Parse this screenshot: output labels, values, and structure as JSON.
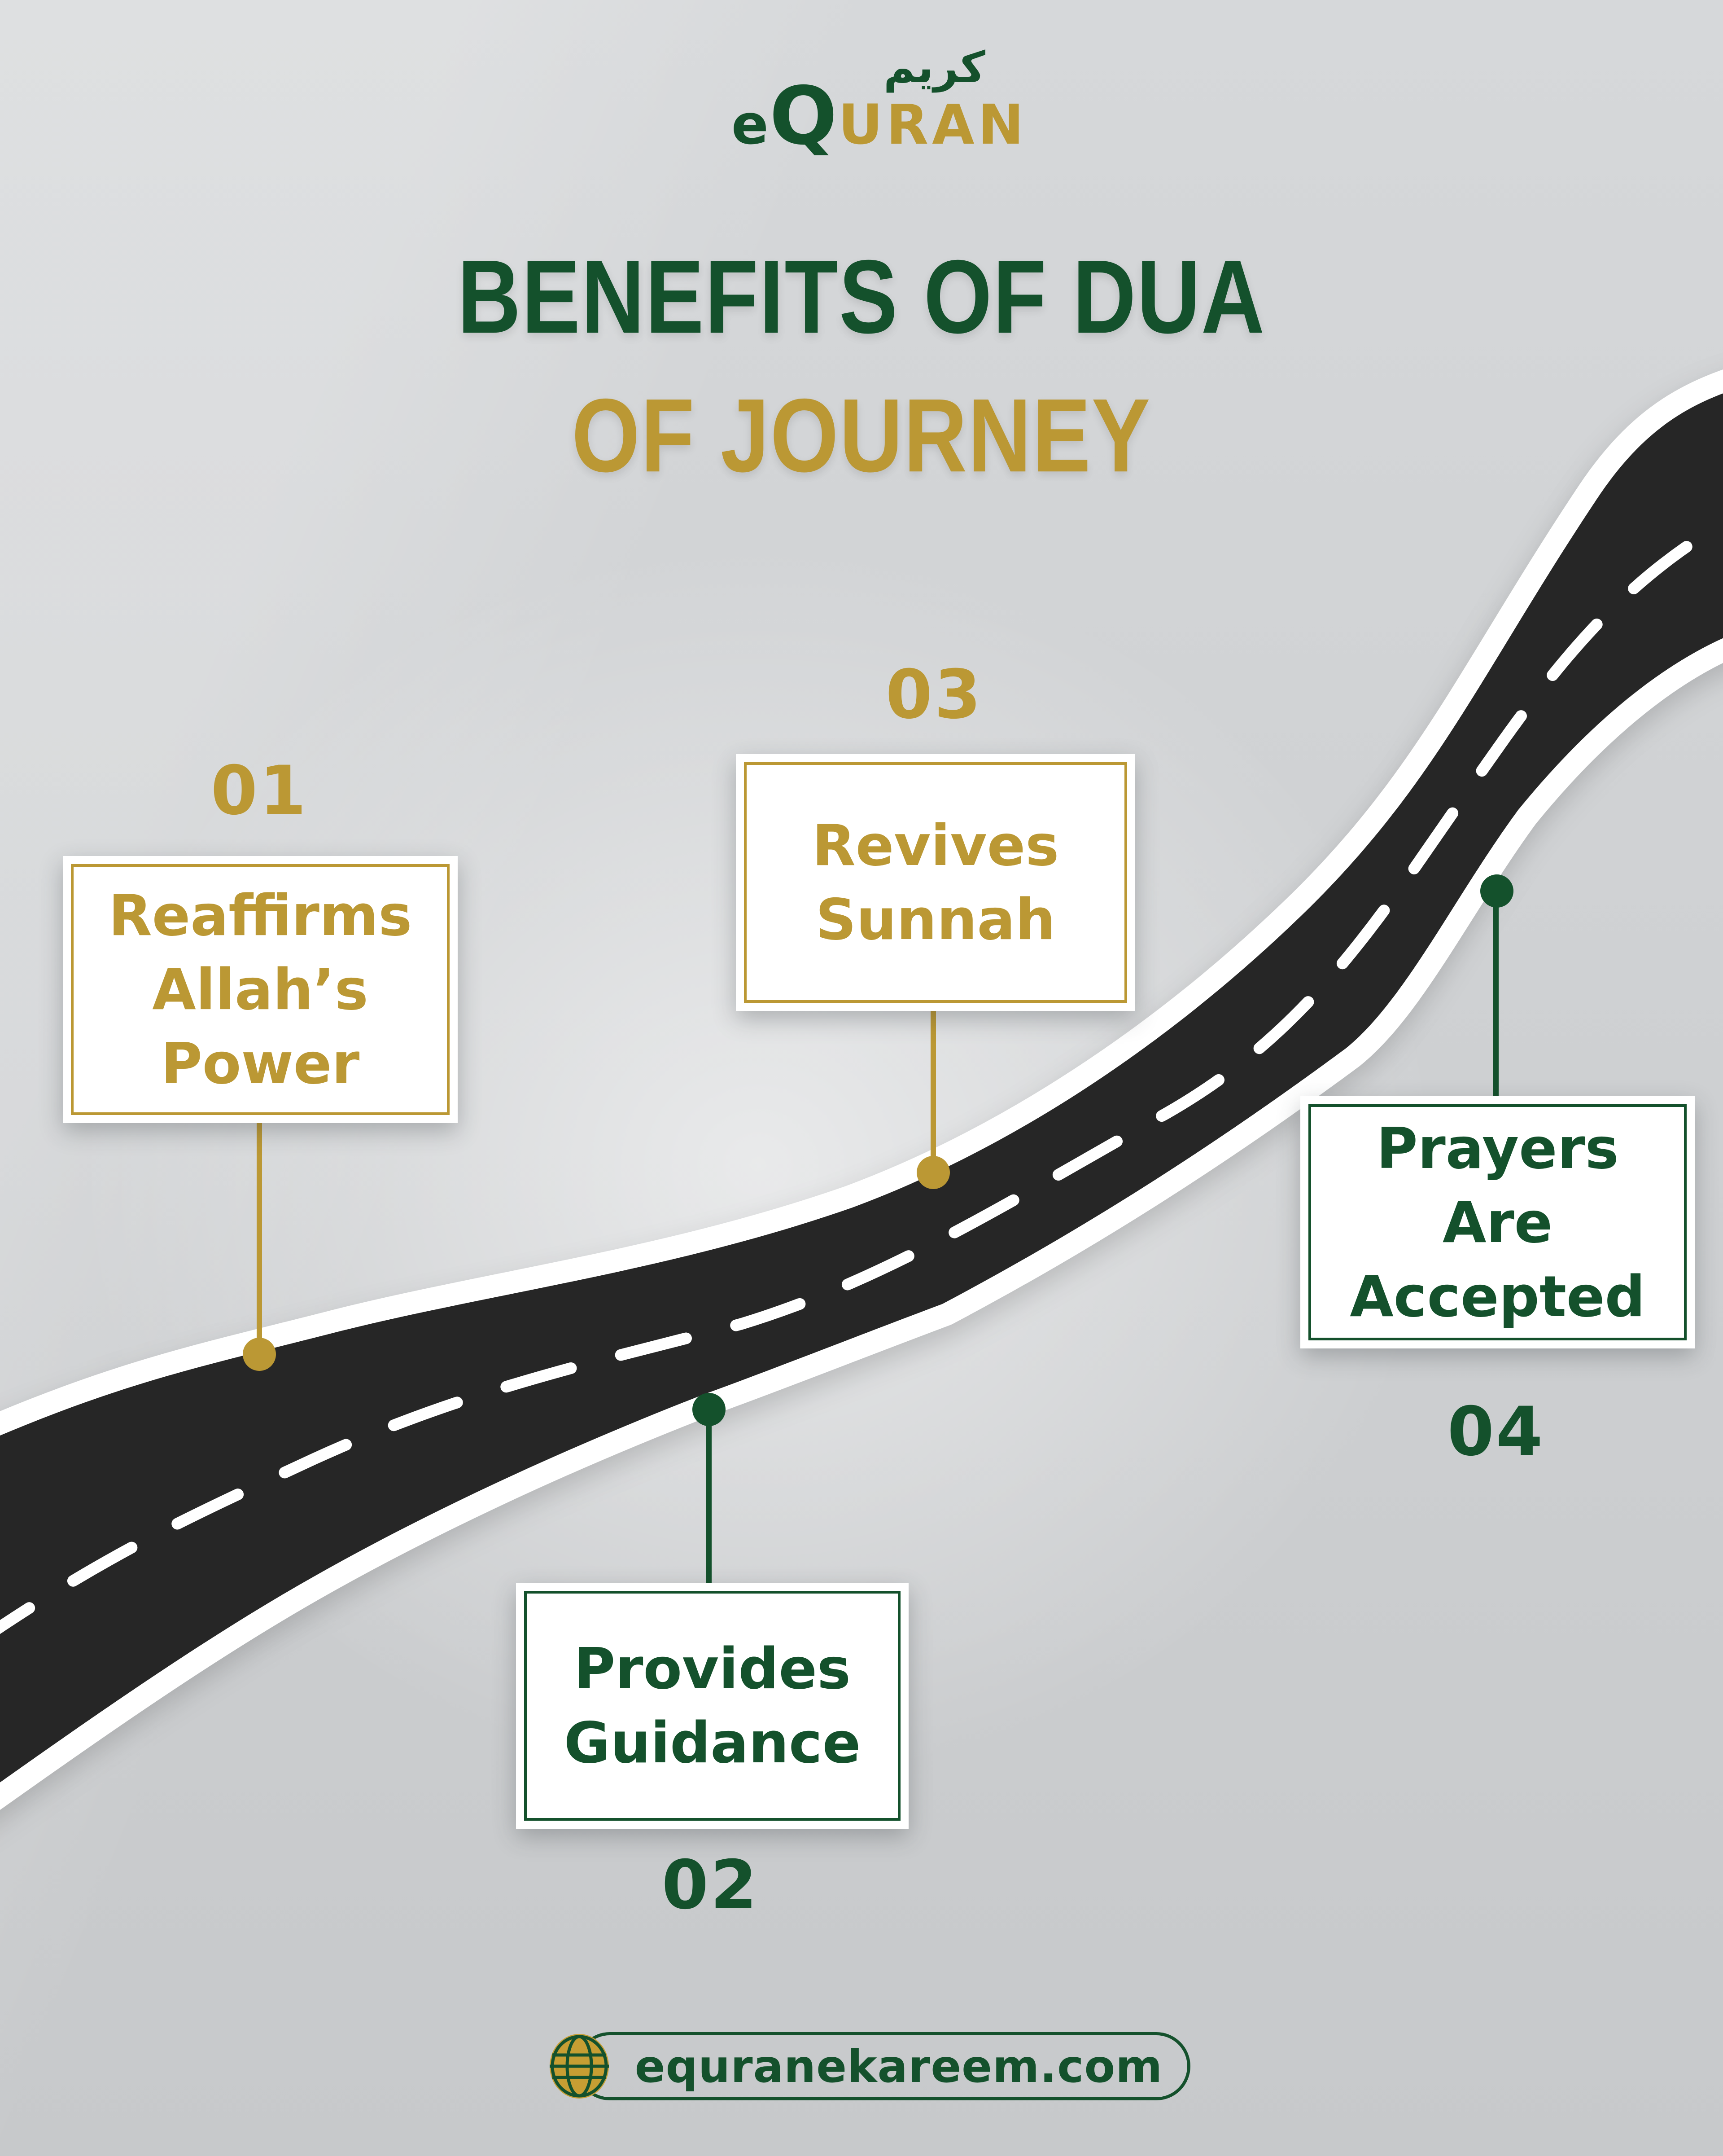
{
  "colors": {
    "green": "#14512c",
    "gold": "#bb9834",
    "road_asphalt": "#262626",
    "road_markings": "#ffffff",
    "background": "#cfd1d3",
    "card_background": "#ffffff"
  },
  "logo": {
    "arabic": "كريم",
    "word_green_e": "e",
    "word_green_q": "Q",
    "word_gold": "URAN"
  },
  "title": {
    "line1": "BENEFITS OF DUA",
    "line2": "OF JOURNEY"
  },
  "items": [
    {
      "number": "01",
      "label": "Reaffirms Allah’s Power",
      "theme": "gold"
    },
    {
      "number": "02",
      "label": "Provides Guidance",
      "theme": "green"
    },
    {
      "number": "03",
      "label": "Revives Sunnah",
      "theme": "gold"
    },
    {
      "number": "04",
      "label": "Prayers Are Accepted",
      "theme": "green"
    }
  ],
  "footer": {
    "url": "equranekareem.com",
    "icon": "globe-icon"
  }
}
